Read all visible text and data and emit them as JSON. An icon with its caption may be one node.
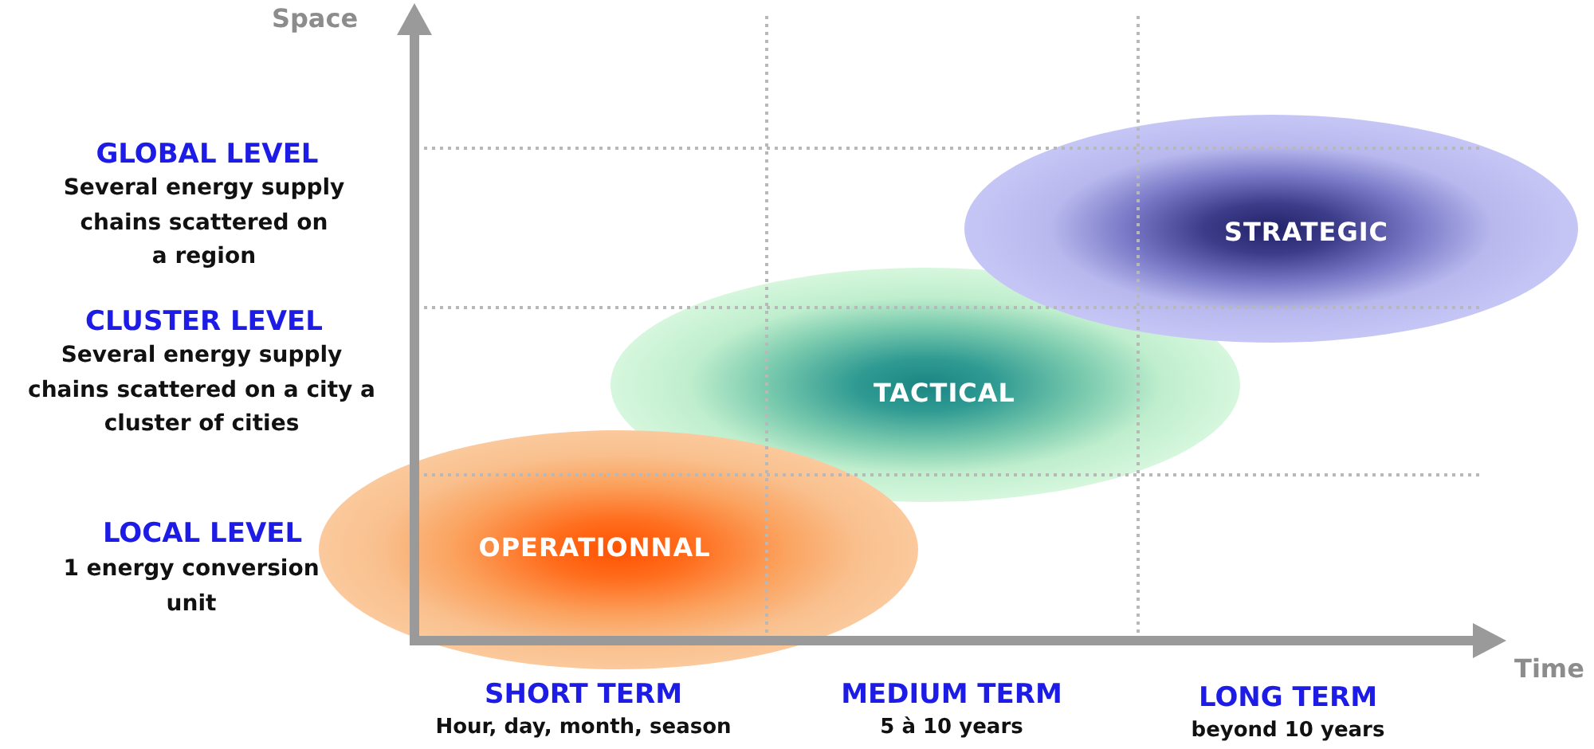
{
  "diagram": {
    "nodes": [
      {
        "text": [
          "STRATEGIC"
        ]
      },
      {
        "text": [
          "TACTICAL"
        ]
      },
      {
        "text": [
          "OPERATIONNAL"
        ]
      }
    ],
    "labels": [
      "Space",
      "GLOBAL LEVEL",
      "Several energy supply chains scattered on a region",
      "CLUSTER LEVEL",
      "Several energy supply chains scattered on a city a cluster of cities",
      "LOCAL LEVEL",
      "1 energy conversion unit",
      "Time",
      "SHORT TERM",
      "Hour, day, month, season",
      "MEDIUM TERM",
      "5 à 10 years",
      "LONG TERM",
      "beyond 10 years"
    ]
  }
}
